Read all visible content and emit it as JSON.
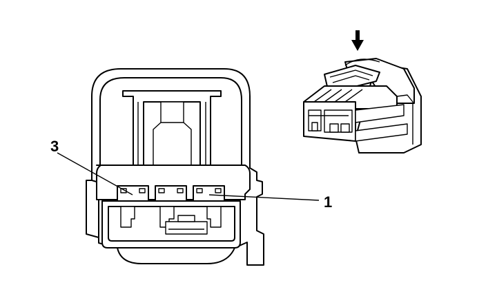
{
  "diagram": {
    "callouts": [
      {
        "id": "terminal-3",
        "text": "3"
      },
      {
        "id": "terminal-1",
        "text": "1"
      }
    ],
    "connector_front_view": {
      "cavity_count": 3
    },
    "connector_perspective_view": {
      "insertion_arrow": "down-arrow-icon"
    }
  }
}
